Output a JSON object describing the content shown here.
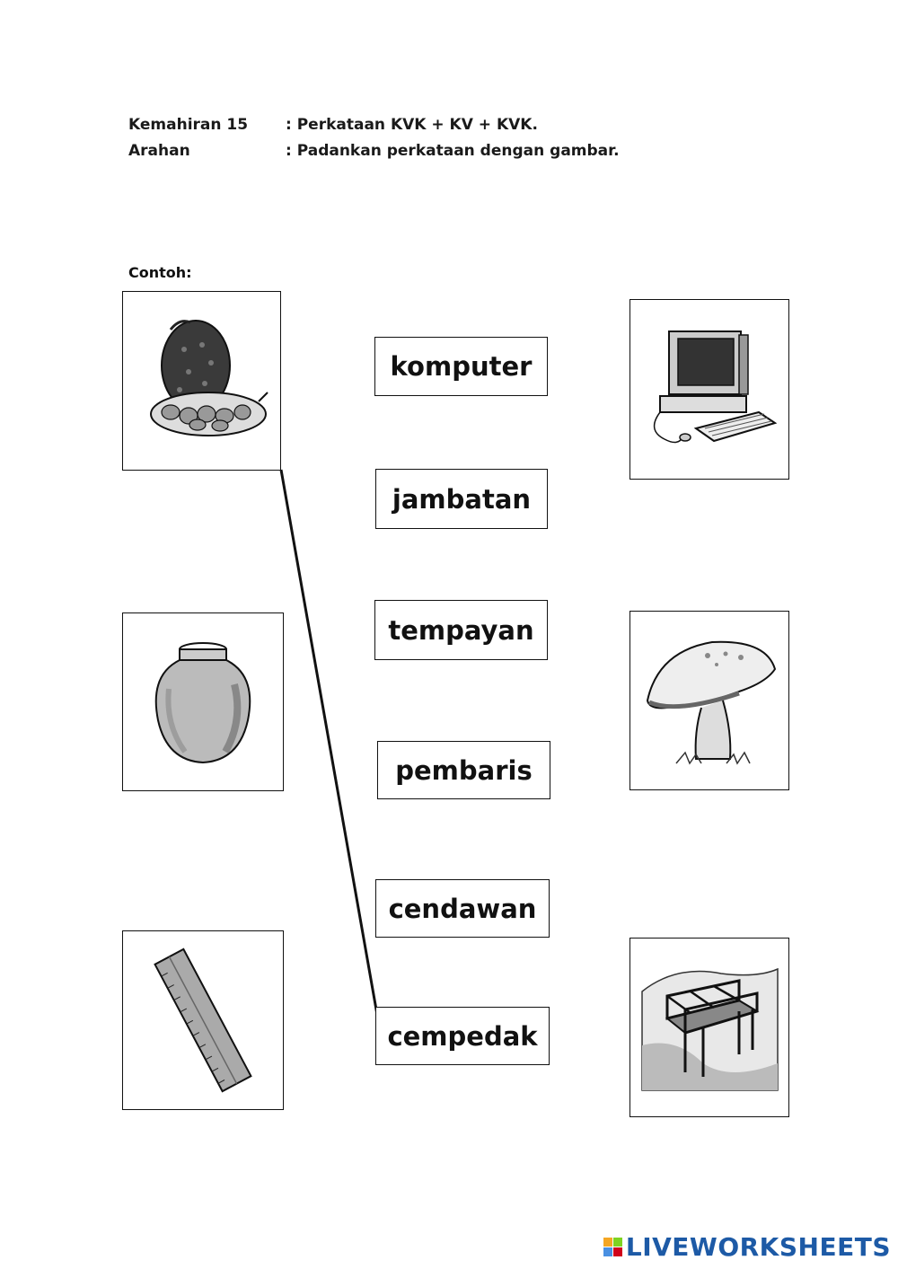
{
  "header": {
    "skill_label": "Kemahiran 15",
    "skill_value": ": Perkataan  KVK + KV + KVK.",
    "instruction_label": "Arahan",
    "instruction_value": ": Padankan perkataan dengan gambar."
  },
  "example_label": "Contoh:",
  "words": [
    "komputer",
    "jambatan",
    "tempayan",
    "pembaris",
    "cendawan",
    "cempedak"
  ],
  "left_pictures": [
    "cempedak-picture",
    "jar-picture",
    "ruler-picture"
  ],
  "right_pictures": [
    "computer-picture",
    "mushroom-picture",
    "bridge-picture"
  ],
  "footer": {
    "brand": "LIVEWORKSHEETS"
  }
}
